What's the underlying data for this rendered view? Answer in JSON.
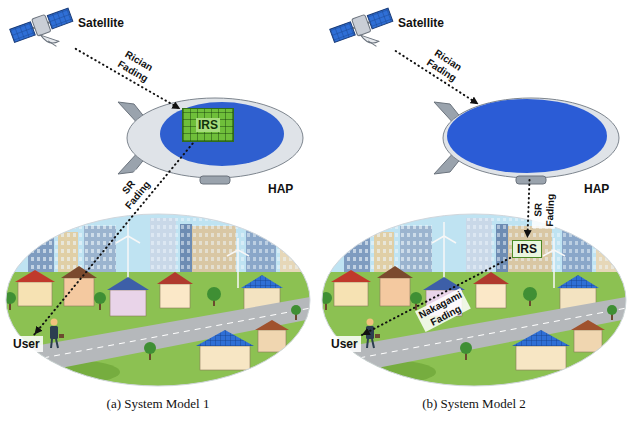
{
  "diagram": {
    "nodes": [
      {
        "text": [
          "Satellite"
        ]
      },
      {
        "text": [
          "HAP"
        ]
      },
      {
        "text": [
          "IRS"
        ],
        "in": 1
      },
      {
        "text": [
          "User"
        ]
      },
      {
        "text": [
          "Satellite"
        ]
      },
      {
        "text": [
          "HAP"
        ]
      },
      {
        "text": [
          "IRS"
        ]
      },
      {
        "text": [
          "User"
        ]
      }
    ],
    "edges": [
      {
        "from": 0,
        "to": 2,
        "label": "Rician Fading",
        "arrow": "to"
      },
      {
        "from": 2,
        "to": 3,
        "label": "SR Fading",
        "arrow": "to"
      },
      {
        "from": 4,
        "to": 5,
        "label": "Rician Fading",
        "arrow": "to"
      },
      {
        "from": 5,
        "to": 6,
        "label": "SR Fading",
        "arrow": "to"
      },
      {
        "from": 6,
        "to": 7,
        "label": "Nakagami Fading",
        "arrow": "to"
      }
    ],
    "labels": [
      "(a) System Model 1",
      "(b) System Model 2"
    ]
  }
}
